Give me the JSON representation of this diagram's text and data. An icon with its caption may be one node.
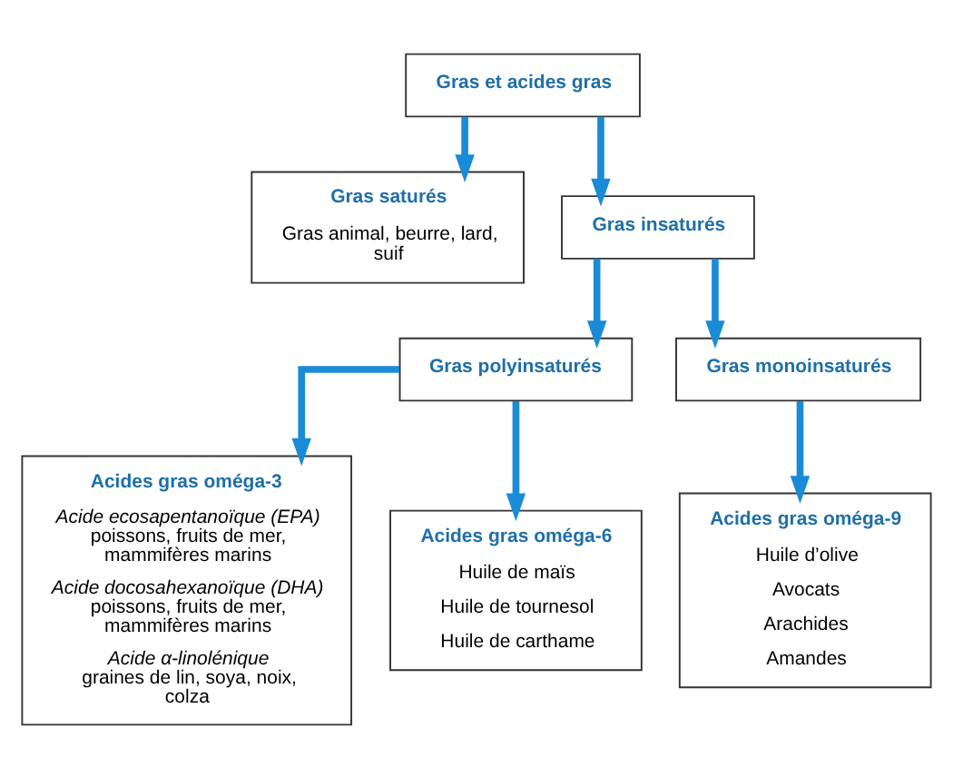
{
  "diagram": {
    "nodes": [
      {
        "text": [
          "Gras et acides gras"
        ]
      },
      {
        "text": [
          "Gras saturés",
          "Gras animal, beurre, lard, suif"
        ]
      },
      {
        "text": [
          "Gras insaturés"
        ]
      },
      {
        "text": [
          "Gras polyinsaturés"
        ]
      },
      {
        "text": [
          "Gras monoinsaturés"
        ]
      },
      {
        "text": [
          "Acides gras oméga-3",
          "*Acide ecosapentanoïque (EPA)* poissons, fruits de mer, mammifères marins",
          "*Acide docosahexanoïque (DHA)* poissons, fruits de mer, mammifères marins",
          "*Acide α-linolénique* graines de lin, soya, noix, colza"
        ]
      },
      {
        "text": [
          "Acides gras oméga-6",
          "Huile de maïs",
          "Huile de tournesol",
          "Huile de carthame"
        ]
      },
      {
        "text": [
          "Acides gras oméga-9",
          "Huile d’olive",
          "Avocats",
          "Arachides",
          "Amandes"
        ]
      }
    ],
    "edges": [
      {
        "from": 0,
        "to": 1,
        "arrow": "to"
      },
      {
        "from": 0,
        "to": 2,
        "arrow": "to"
      },
      {
        "from": 2,
        "to": 3,
        "arrow": "to"
      },
      {
        "from": 2,
        "to": 4,
        "arrow": "to"
      },
      {
        "from": 3,
        "to": 5,
        "arrow": "to"
      },
      {
        "from": 3,
        "to": 6,
        "arrow": "to"
      },
      {
        "from": 4,
        "to": 7,
        "arrow": "to"
      }
    ]
  }
}
